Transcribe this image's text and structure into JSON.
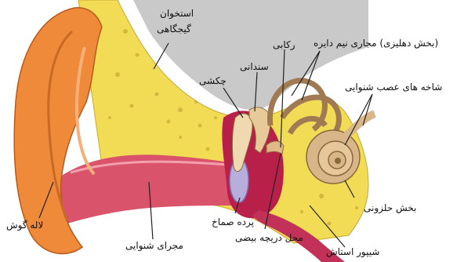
{
  "labels": {
    "temporal_bone_line1": "استخوان",
    "temporal_bone_line2": "گیجگاهی",
    "vestibule_canals": "(بخش دهلیزی) مجاری نیم دایره",
    "stapes": "رکابی",
    "incus": "سندانی",
    "malleus": "چکشی",
    "nerve_branches": "شاخه های عصب شنوایی",
    "cochlea": "بخش حلزونی",
    "eustachian_tube": "شیپور استاش",
    "oval_window": "محل دریچه بیضی",
    "eardrum": "پرده صماخ",
    "ear_canal": "مجرای شنوایی",
    "pinna": "لاله گوش"
  }
}
